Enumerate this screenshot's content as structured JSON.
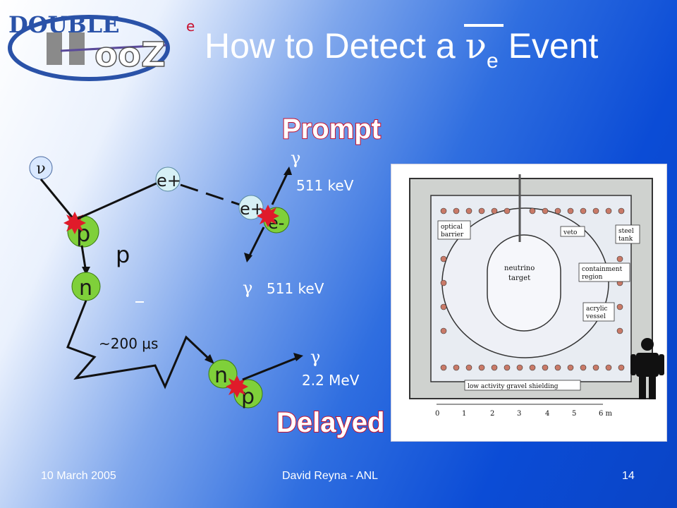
{
  "logo": {
    "text_double": "DOUBLE",
    "text_e": "e",
    "text_chooz": "ooZ"
  },
  "title": {
    "before": "How to Detect a ",
    "nu": "ν",
    "sub": "e",
    "after": " Event"
  },
  "diagram": {
    "prompt_label": "Prompt",
    "delayed_label": "Delayed",
    "antineutrino_symbol": "ν",
    "positron_label": "e+",
    "electron_label": "e-",
    "proton_label": "p",
    "neutron_label": "n",
    "stray_p": "p",
    "gamma": "γ",
    "energy_511_top": "511 keV",
    "energy_511_mid": "511 keV",
    "energy_22": "2.2 MeV",
    "delay_time": "~200 μs"
  },
  "detector": {
    "labels": {
      "optical_barrier_1": "optical",
      "optical_barrier_2": "barrier",
      "veto": "veto",
      "steel_tank_1": "steel",
      "steel_tank_2": "tank",
      "containment_1": "containment",
      "containment_2": "region",
      "neutrino_target_1": "neutrino",
      "neutrino_target_2": "target",
      "acrylic_vessel_1": "acrylic",
      "acrylic_vessel_2": "vessel",
      "shielding": "low activity gravel shielding"
    },
    "scale_ticks": [
      "0",
      "1",
      "2",
      "3",
      "4",
      "5",
      "6 m"
    ]
  },
  "footer": {
    "date": "10 March 2005",
    "author": "David Reyna - ANL",
    "page": "14"
  },
  "colors": {
    "chip_green": "#7fd03a",
    "spark_red": "#e01b2a",
    "banner_red": "#c8102e"
  }
}
